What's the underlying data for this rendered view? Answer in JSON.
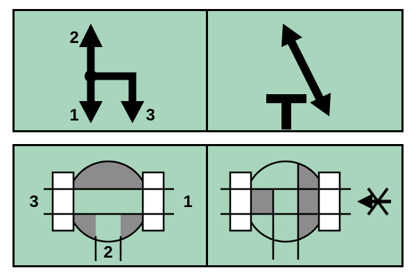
{
  "colors": {
    "page_bg": "#ffffff",
    "panel_bg": "#a8d5bb",
    "ink": "#000000",
    "gray_fill": "#8c8c8c",
    "port_fill": "#ffffff"
  },
  "panels": {
    "flow_schematic_tee": {
      "labels": {
        "port_top": "2",
        "port_bottom_left": "1",
        "port_bottom_right": "3"
      }
    },
    "ball_valve_tee_port": {
      "labels": {
        "port_left": "3",
        "port_right": "1",
        "port_bottom": "2"
      }
    }
  },
  "icons": {
    "tee_flow_arrows": "tee-flow-arrows-icon",
    "double_headed_arrow": "double-headed-arrow-icon",
    "plugged_port_tee": "plugged-port-tee-icon",
    "ball_valve_tee": "ball-valve-tee-port-icon",
    "ball_valve_blocked": "ball-valve-blocked-port-icon",
    "blocked_flow_arrow": "blocked-flow-arrow-icon"
  }
}
